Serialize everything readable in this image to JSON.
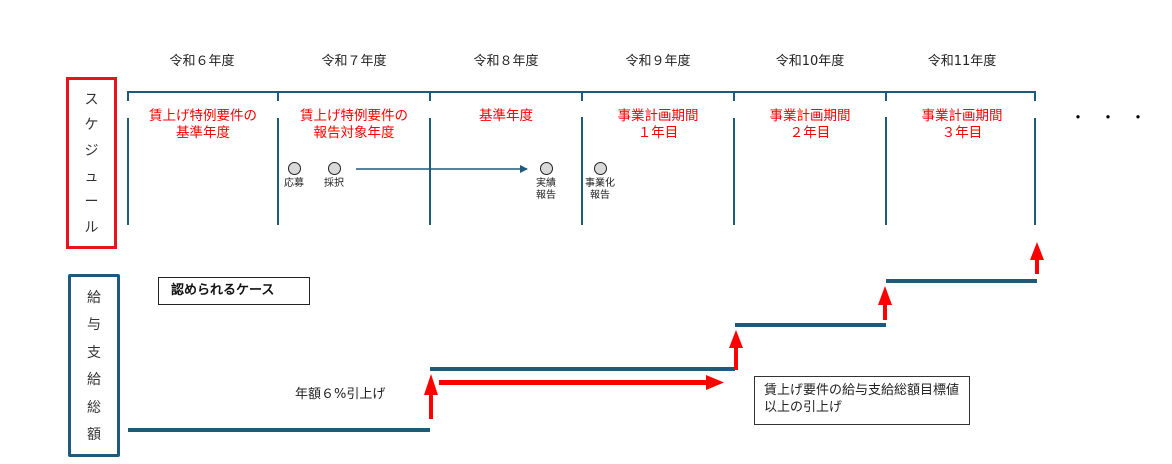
{
  "years": [
    "令和６年度",
    "令和７年度",
    "令和８年度",
    "令和９年度",
    "令和10年度",
    "令和11年度"
  ],
  "schedule_label": [
    "ス",
    "ケ",
    "ジ",
    "ュ",
    "ー",
    "ル"
  ],
  "salary_label": [
    "給",
    "与",
    "支",
    "給",
    "総",
    "額"
  ],
  "phases": [
    "賃上げ特例要件の\n基準年度",
    "賃上げ特例要件の\n報告対象年度",
    "基準年度",
    "事業計画期間\n１年目",
    "事業計画期間\n２年目",
    "事業計画期間\n３年目"
  ],
  "milestones": [
    {
      "label": "応募"
    },
    {
      "label": "採択"
    },
    {
      "label": "実績\n報告"
    },
    {
      "label": "事業化\n報告"
    }
  ],
  "continuation": "・・・",
  "case_title": "認められるケース",
  "raise_label": "年額６%引上げ",
  "note": "賃上げ要件の給与支給総額目標値\n以上の引上げ",
  "colors": {
    "accent_red": "#ff0000",
    "line_blue": "#1f5a7a",
    "box_red": "#e8141b"
  }
}
